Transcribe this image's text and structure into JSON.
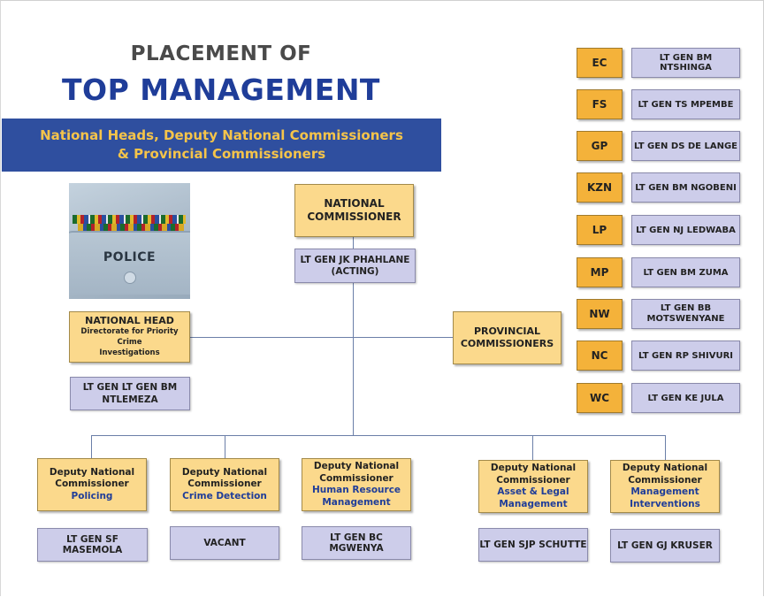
{
  "header": {
    "title_line1": "PLACEMENT OF",
    "title_line2": "TOP MANAGEMENT"
  },
  "banner": {
    "line1": "National Heads, Deputy National Commissioners",
    "line2": "& Provincial Commissioners"
  },
  "photo": {
    "label": "POLICE"
  },
  "national_commissioner": {
    "role_line1": "NATIONAL",
    "role_line2": "COMMISSIONER",
    "name_line1": "LT GEN JK PHAHLANE",
    "name_line2": "(ACTING)"
  },
  "national_head": {
    "role_line1": "NATIONAL HEAD",
    "role_line2": "Directorate for Priority Crime",
    "role_line3": "Investigations",
    "name_line1": "LT GEN LT GEN BM",
    "name_line2": "NTLEMEZA"
  },
  "provincial_commissioners": {
    "role_line1": "PROVINCIAL",
    "role_line2": "COMMISSIONERS"
  },
  "provinces": [
    {
      "code": "EC",
      "name": "LT GEN BM NTSHINGA"
    },
    {
      "code": "FS",
      "name": "LT GEN TS MPEMBE"
    },
    {
      "code": "GP",
      "name": "LT GEN DS DE LANGE"
    },
    {
      "code": "KZN",
      "name": "LT GEN BM NGOBENI"
    },
    {
      "code": "LP",
      "name": "LT GEN NJ LEDWABA"
    },
    {
      "code": "MP",
      "name": "LT GEN BM ZUMA"
    },
    {
      "code": "NW",
      "name": "LT GEN BB",
      "name2": "MOTSWENYANE"
    },
    {
      "code": "NC",
      "name": "LT GEN RP SHIVURI"
    },
    {
      "code": "WC",
      "name": "LT GEN KE JULA"
    }
  ],
  "deputies": [
    {
      "line1": "Deputy National",
      "line2": "Commissioner",
      "division1": "Policing",
      "division2": "",
      "name": "LT GEN SF MASEMOLA"
    },
    {
      "line1": "Deputy National",
      "line2": "Commissioner",
      "division1": "Crime Detection",
      "division2": "",
      "name": "VACANT"
    },
    {
      "line1": "Deputy National",
      "line2": "Commissioner",
      "division1": "Human Resource",
      "division2": "Management",
      "name": "LT GEN BC MGWENYA"
    },
    {
      "line1": "Deputy National",
      "line2": "Commissioner",
      "division1": "Asset & Legal",
      "division2": "Management",
      "name": "LT GEN SJP SCHUTTE"
    },
    {
      "line1": "Deputy National",
      "line2": "Commissioner",
      "division1": "Management",
      "division2": "Interventions",
      "name": "LT GEN GJ KRUSER"
    }
  ]
}
